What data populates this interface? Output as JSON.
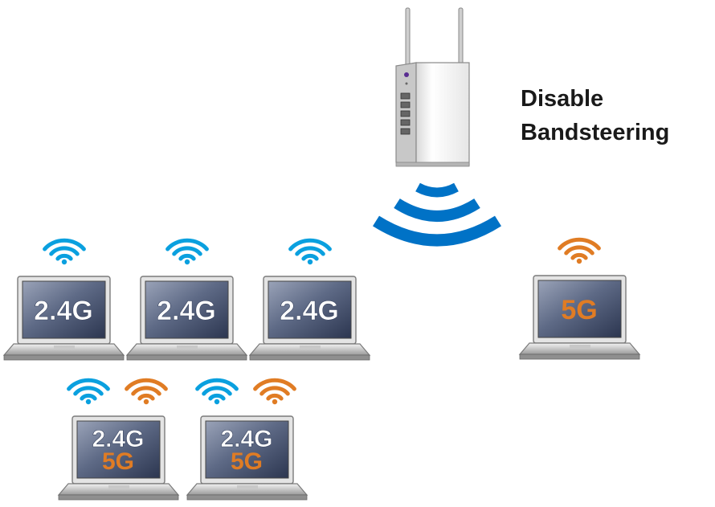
{
  "title": {
    "line1": "Disable",
    "line2": "Bandsteering"
  },
  "colors": {
    "wifi_24g": "#0aa0df",
    "wifi_5g": "#e07c24",
    "band_text_24g": "#ffffff",
    "band_text_5g": "#e07c24",
    "router_signal": "#0072c6"
  },
  "icons": {
    "router": "router-icon",
    "signal": "wifi-signal-icon",
    "laptop": "laptop-icon"
  },
  "laptops": [
    {
      "name": "laptop-24g-1",
      "bands": [
        "2.4G"
      ]
    },
    {
      "name": "laptop-24g-2",
      "bands": [
        "2.4G"
      ]
    },
    {
      "name": "laptop-24g-3",
      "bands": [
        "2.4G"
      ]
    },
    {
      "name": "laptop-5g",
      "bands": [
        "5G"
      ]
    },
    {
      "name": "laptop-dual-1",
      "bands": [
        "2.4G",
        "5G"
      ]
    },
    {
      "name": "laptop-dual-2",
      "bands": [
        "2.4G",
        "5G"
      ]
    }
  ]
}
